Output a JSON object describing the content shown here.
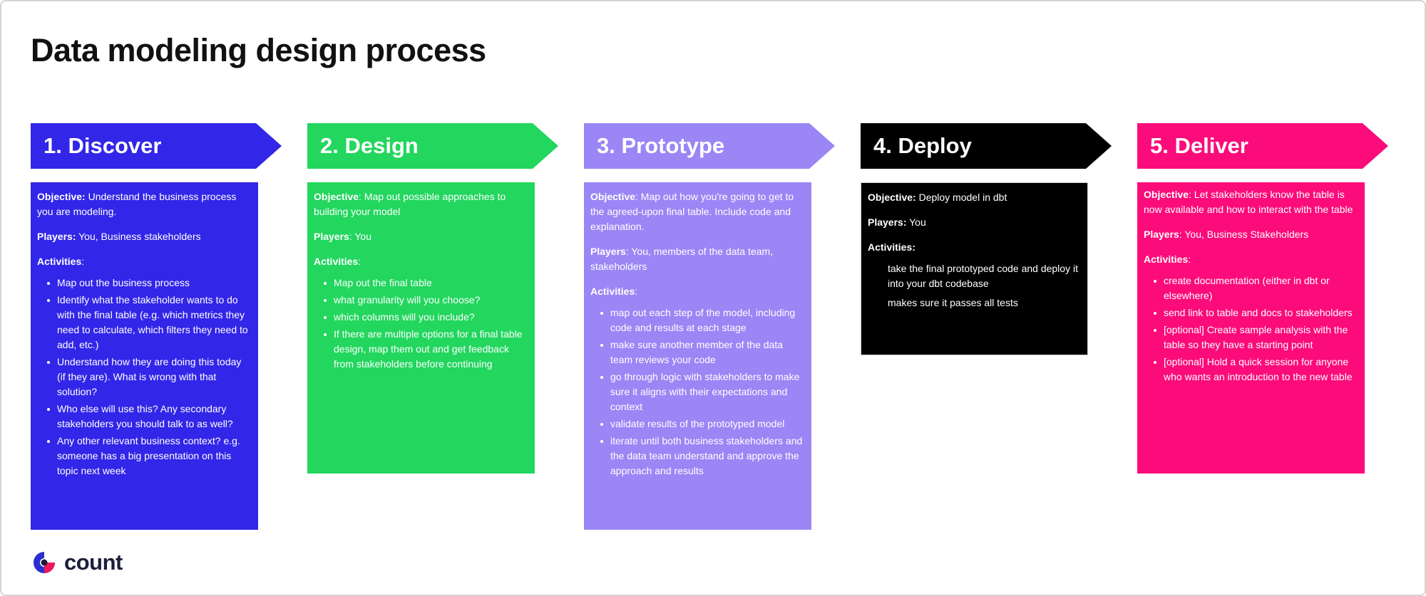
{
  "title": "Data modeling design process",
  "stages": [
    {
      "label": "1. Discover",
      "color": "#3226e8",
      "objective_label": "Objective:",
      "objective": " Understand the business process you are modeling.",
      "players_label": "Players:",
      "players": " You, Business stakeholders",
      "activities_label": "Activities",
      "activities_suffix": ":",
      "activities": [
        "Map out the business process",
        "Identify what the stakeholder wants to do with the final table (e.g. which metrics they need to calculate, which filters they need to add, etc.)",
        "Understand how they are doing this today (if they are). What is wrong with that solution?",
        "Who else will use this? Any secondary stakeholders you should talk to as well?",
        "Any other relevant business context? e.g. someone has a big presentation on this topic next week"
      ]
    },
    {
      "label": "2. Design",
      "color": "#22d65e",
      "objective_label": "Objective",
      "objective": ": Map out possible approaches to building your model",
      "players_label": "Players",
      "players": ": You",
      "activities_label": "Activities",
      "activities_suffix": ":",
      "activities": [
        "Map out the final table",
        "what granularity will you choose?",
        "which columns will you include?",
        "If there are multiple options for a final table design, map them out and get feedback from stakeholders before continuing"
      ]
    },
    {
      "label": "3. Prototype",
      "color": "#9b86f5",
      "objective_label": "Objective",
      "objective": ": Map out how you're going to get to the agreed-upon final table. Include code and explanation.",
      "players_label": "Players",
      "players": ": You, members of the data team, stakeholders",
      "activities_label": "Activities",
      "activities_suffix": ":",
      "activities": [
        "map out each step of the model, including code and results at each stage",
        "make sure another member of the data team reviews your code",
        "go through logic with stakeholders to make sure it aligns with their expectations and context",
        "validate results of the prototyped model",
        "iterate until both business stakeholders and the data team understand and approve the approach and results"
      ]
    },
    {
      "label": "4. Deploy",
      "color": "#000000",
      "objective_label": "Objective:",
      "objective": " Deploy model in dbt",
      "players_label": "Players:",
      "players": " You",
      "activities_label": "Activities:",
      "activities_suffix": "",
      "activities": [
        "take the final prototyped code and deploy it into your dbt codebase",
        "makes sure it passes all tests"
      ]
    },
    {
      "label": "5. Deliver",
      "color": "#fb0c7a",
      "objective_label": "Objective",
      "objective": ": Let stakeholders know the table is now available and how to interact with the table",
      "players_label": "Players",
      "players": ": You, Business Stakeholders",
      "activities_label": "Activities",
      "activities_suffix": ":",
      "activities": [
        "create documentation (either in dbt or elsewhere)",
        "send link to table and docs to stakeholders",
        "[optional] Create sample analysis with the table so they have a starting point",
        "[optional] Hold a quick session for anyone who wants an introduction to the new table"
      ]
    }
  ],
  "logo": {
    "text": "count",
    "colors": [
      "#2a2fd0",
      "#f0175b",
      "#1d1d3b"
    ]
  }
}
